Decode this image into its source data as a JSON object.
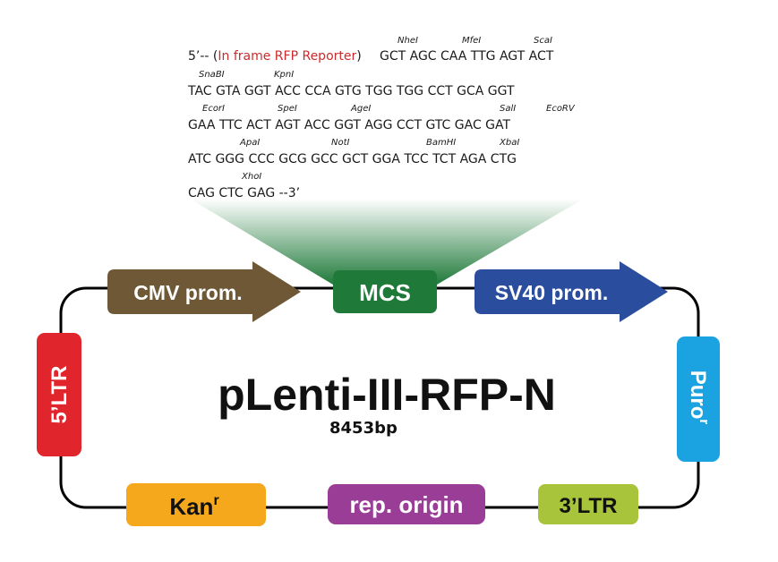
{
  "sequence": {
    "prefix": "5’-- (",
    "reporter": "In frame RFP Reporter",
    "suffix": ")",
    "rows": [
      {
        "codons": "GCT AGC CAA TTG AGT ACT",
        "sites": [
          "NheI",
          "MfeI",
          "ScaI"
        ]
      },
      {
        "codons": "TAC GTA GGT ACC CCA GTG TGG TGG CCT GCA GGT",
        "sites": [
          "SnaBI",
          "KpnI"
        ]
      },
      {
        "codons": "GAA TTC ACT AGT ACC GGT AGG CCT GTC GAC GAT",
        "sites": [
          "EcorI",
          "SpeI",
          "AgeI",
          "SalI",
          "EcoRV"
        ]
      },
      {
        "codons": "ATC GGG CCC GCG GCC GCT GGA TCC TCT AGA CTG",
        "sites": [
          "ApaI",
          "NotI",
          "BamHI",
          "XbaI"
        ]
      },
      {
        "codons": "CAG CTC GAG --3’",
        "sites": [
          "XhoI"
        ]
      }
    ]
  },
  "features": {
    "cmv": "CMV prom.",
    "mcs": "MCS",
    "sv40": "SV40 prom.",
    "ltr5": "5’LTR",
    "puro": "Puro",
    "puro_sup": "r",
    "kan": "Kan",
    "kan_sup": "r",
    "rep": "rep. origin",
    "ltr3": "3’LTR"
  },
  "title": "pLenti-III-RFP-N",
  "size": "8453bp",
  "colors": {
    "cmv": "#6e5836",
    "mcs": "#1f7a3a",
    "sv40": "#2b4d9e",
    "ltr5": "#e0262c",
    "puro": "#1aa3e0",
    "kan": "#f5a81c",
    "rep": "#9a3d97",
    "ltr3": "#a8c43a",
    "reporter_text": "#cc2a2a"
  }
}
